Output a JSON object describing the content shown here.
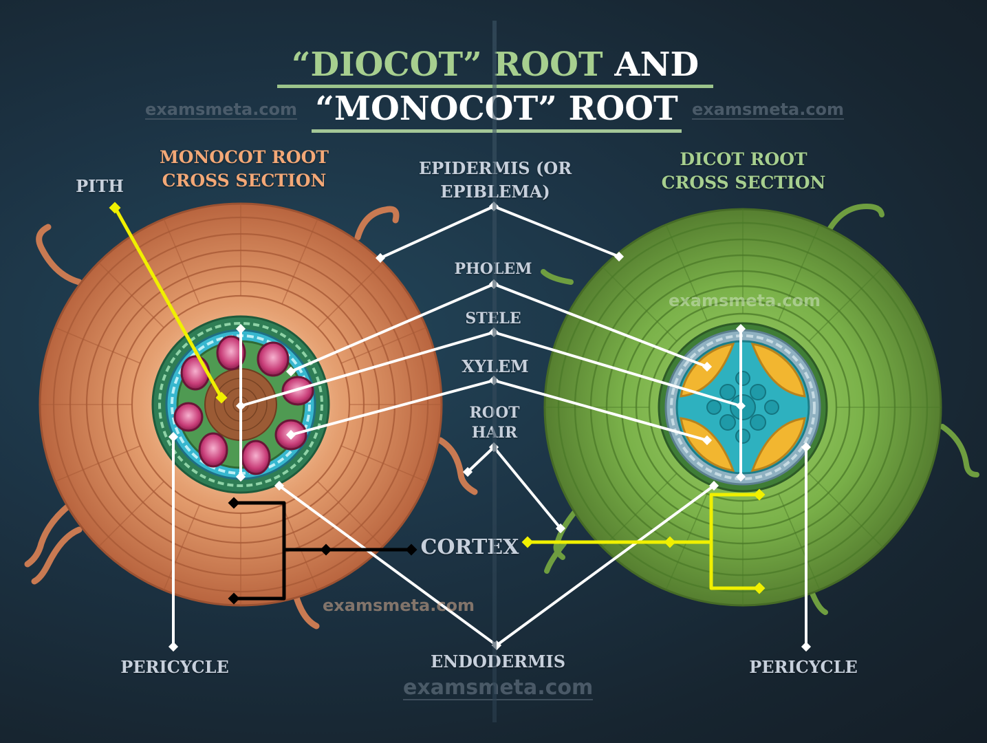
{
  "title": {
    "line1_part1": "“DIOCOT” ROOT",
    "line1_part2": "AND",
    "line2": "“MONOCOT” ROOT",
    "accent_color": "#a7cf8f",
    "text_color": "#ffffff"
  },
  "watermark": "examsmeta.com",
  "monocot": {
    "heading_line1": "MONOCOT ROOT",
    "heading_line2": "CROSS SECTION",
    "heading_color": "#f3a877"
  },
  "dicot": {
    "heading_line1": "DICOT ROOT",
    "heading_line2": "CROSS SECTION",
    "heading_color": "#a7cf8f"
  },
  "labels": {
    "pith": "PITH",
    "epidermis_line1": "EPIDERMIS (OR",
    "epidermis_line2": "EPIBLEMA)",
    "pholem": "PHOLEM",
    "stele": "STELE",
    "xylem": "XYLEM",
    "root_hair_line1": "ROOT",
    "root_hair_line2": "HAIR",
    "cortex": "CORTEX",
    "pericycle_left": "PERICYCLE",
    "pericycle_right": "PERICYCLE",
    "endodermis": "ENDODERMIS"
  },
  "colors": {
    "monocot_cortex": "#d98a5e",
    "dicot_cortex": "#7ab04c",
    "pointer_white": "#ffffff",
    "pointer_yellow": "#f0f000",
    "pointer_black": "#000000"
  }
}
